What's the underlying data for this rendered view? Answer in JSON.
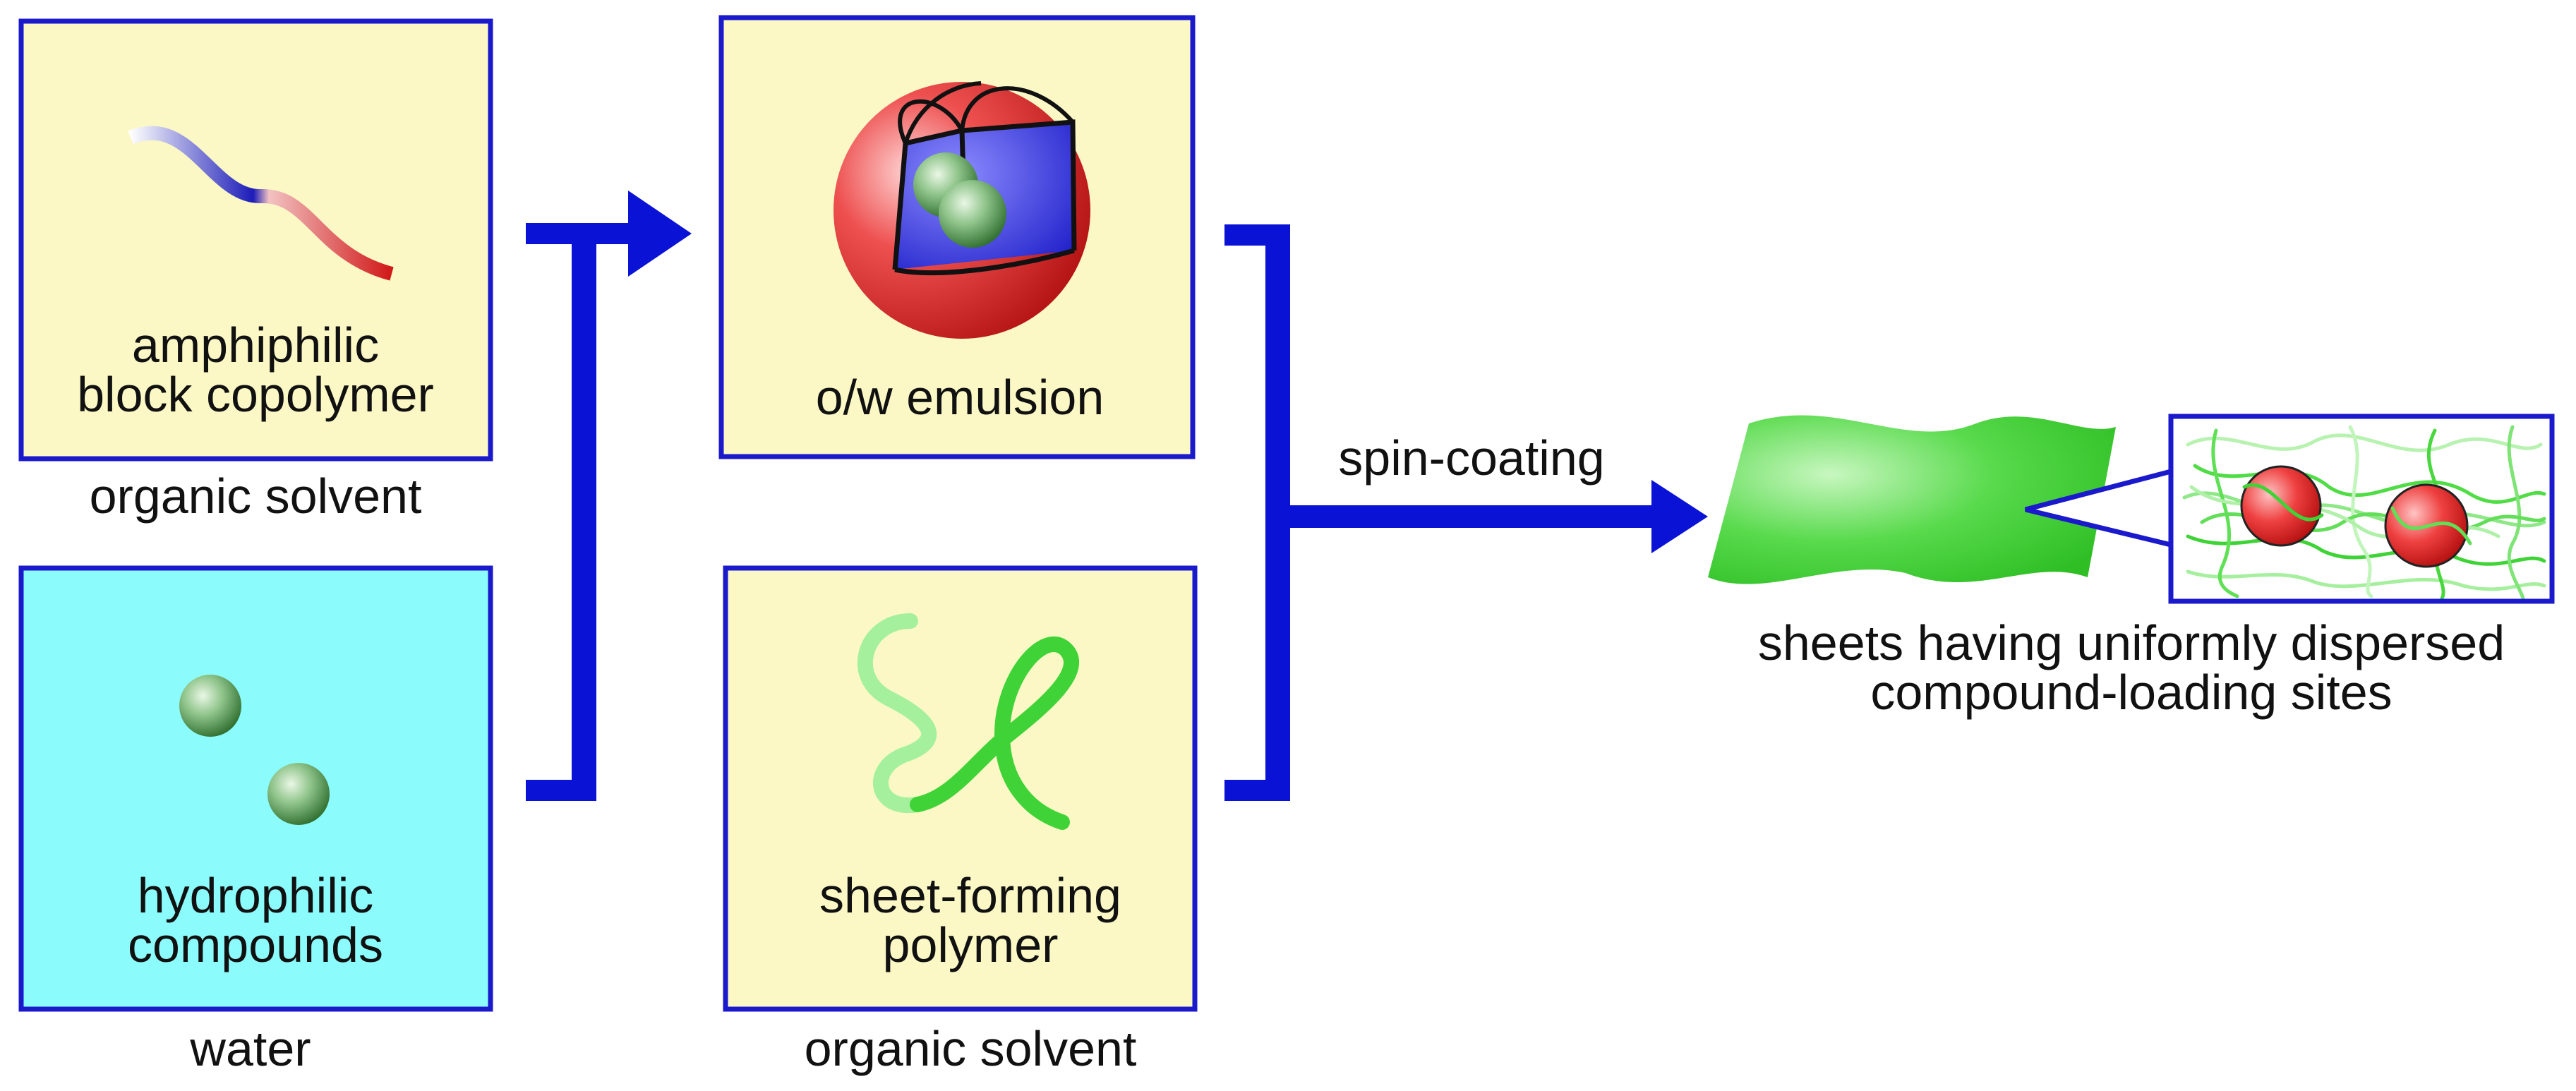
{
  "boxes": {
    "copolymer": {
      "line1": "amphiphilic",
      "line2": "block copolymer",
      "caption": "organic solvent"
    },
    "hydrophilic": {
      "line1": "hydrophilic",
      "line2": "compounds",
      "caption": "water"
    },
    "emulsion": {
      "label": "o/w emulsion"
    },
    "sheet_polymer": {
      "line1": "sheet-forming",
      "line2": "polymer",
      "caption": "organic solvent"
    }
  },
  "process": {
    "label": "spin-coating"
  },
  "result": {
    "line1": "sheets having uniformly dispersed",
    "line2": "compound-loading sites"
  },
  "colors": {
    "box_border": "#1a1acc",
    "box_fill_yellow": "#fbf8c6",
    "box_fill_cyan": "#8cfbfb",
    "arrow": "#0a12d6",
    "polymer_green": "#35d435",
    "emulsion_red": "#e53a3a",
    "emulsion_blue": "#3d3df2"
  }
}
